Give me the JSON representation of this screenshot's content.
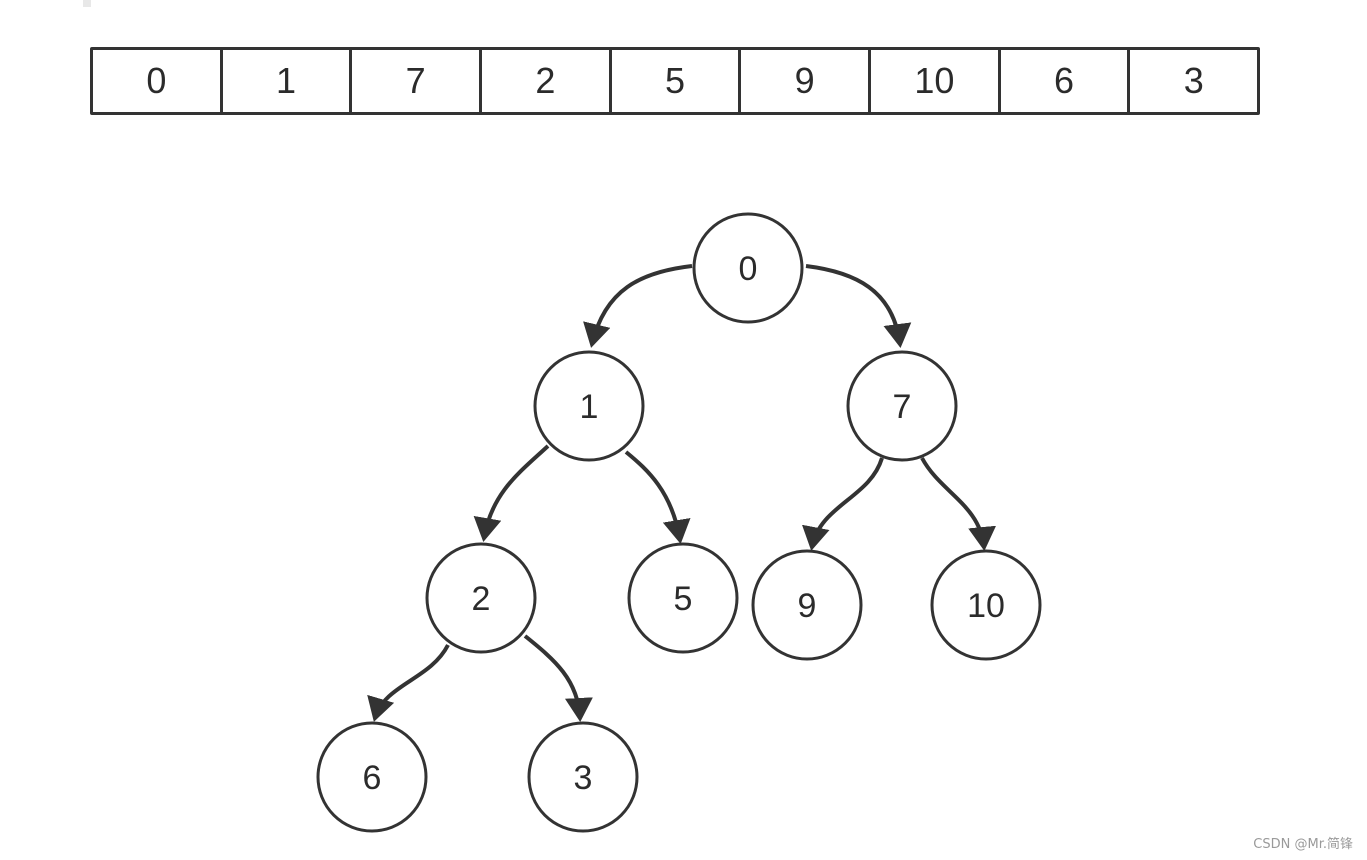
{
  "array": [
    "0",
    "1",
    "7",
    "2",
    "5",
    "9",
    "10",
    "6",
    "3"
  ],
  "tree": {
    "nodes": [
      {
        "id": "n0",
        "label": "0"
      },
      {
        "id": "n1",
        "label": "1"
      },
      {
        "id": "n7",
        "label": "7"
      },
      {
        "id": "n2",
        "label": "2"
      },
      {
        "id": "n5",
        "label": "5"
      },
      {
        "id": "n9",
        "label": "9"
      },
      {
        "id": "n10",
        "label": "10"
      },
      {
        "id": "n6",
        "label": "6"
      },
      {
        "id": "n3",
        "label": "3"
      }
    ],
    "edges": [
      {
        "from": "n0",
        "to": "n1"
      },
      {
        "from": "n0",
        "to": "n7"
      },
      {
        "from": "n1",
        "to": "n2"
      },
      {
        "from": "n1",
        "to": "n5"
      },
      {
        "from": "n7",
        "to": "n9"
      },
      {
        "from": "n7",
        "to": "n10"
      },
      {
        "from": "n2",
        "to": "n6"
      },
      {
        "from": "n2",
        "to": "n3"
      }
    ]
  },
  "watermark": "CSDN @Mr.简锋"
}
